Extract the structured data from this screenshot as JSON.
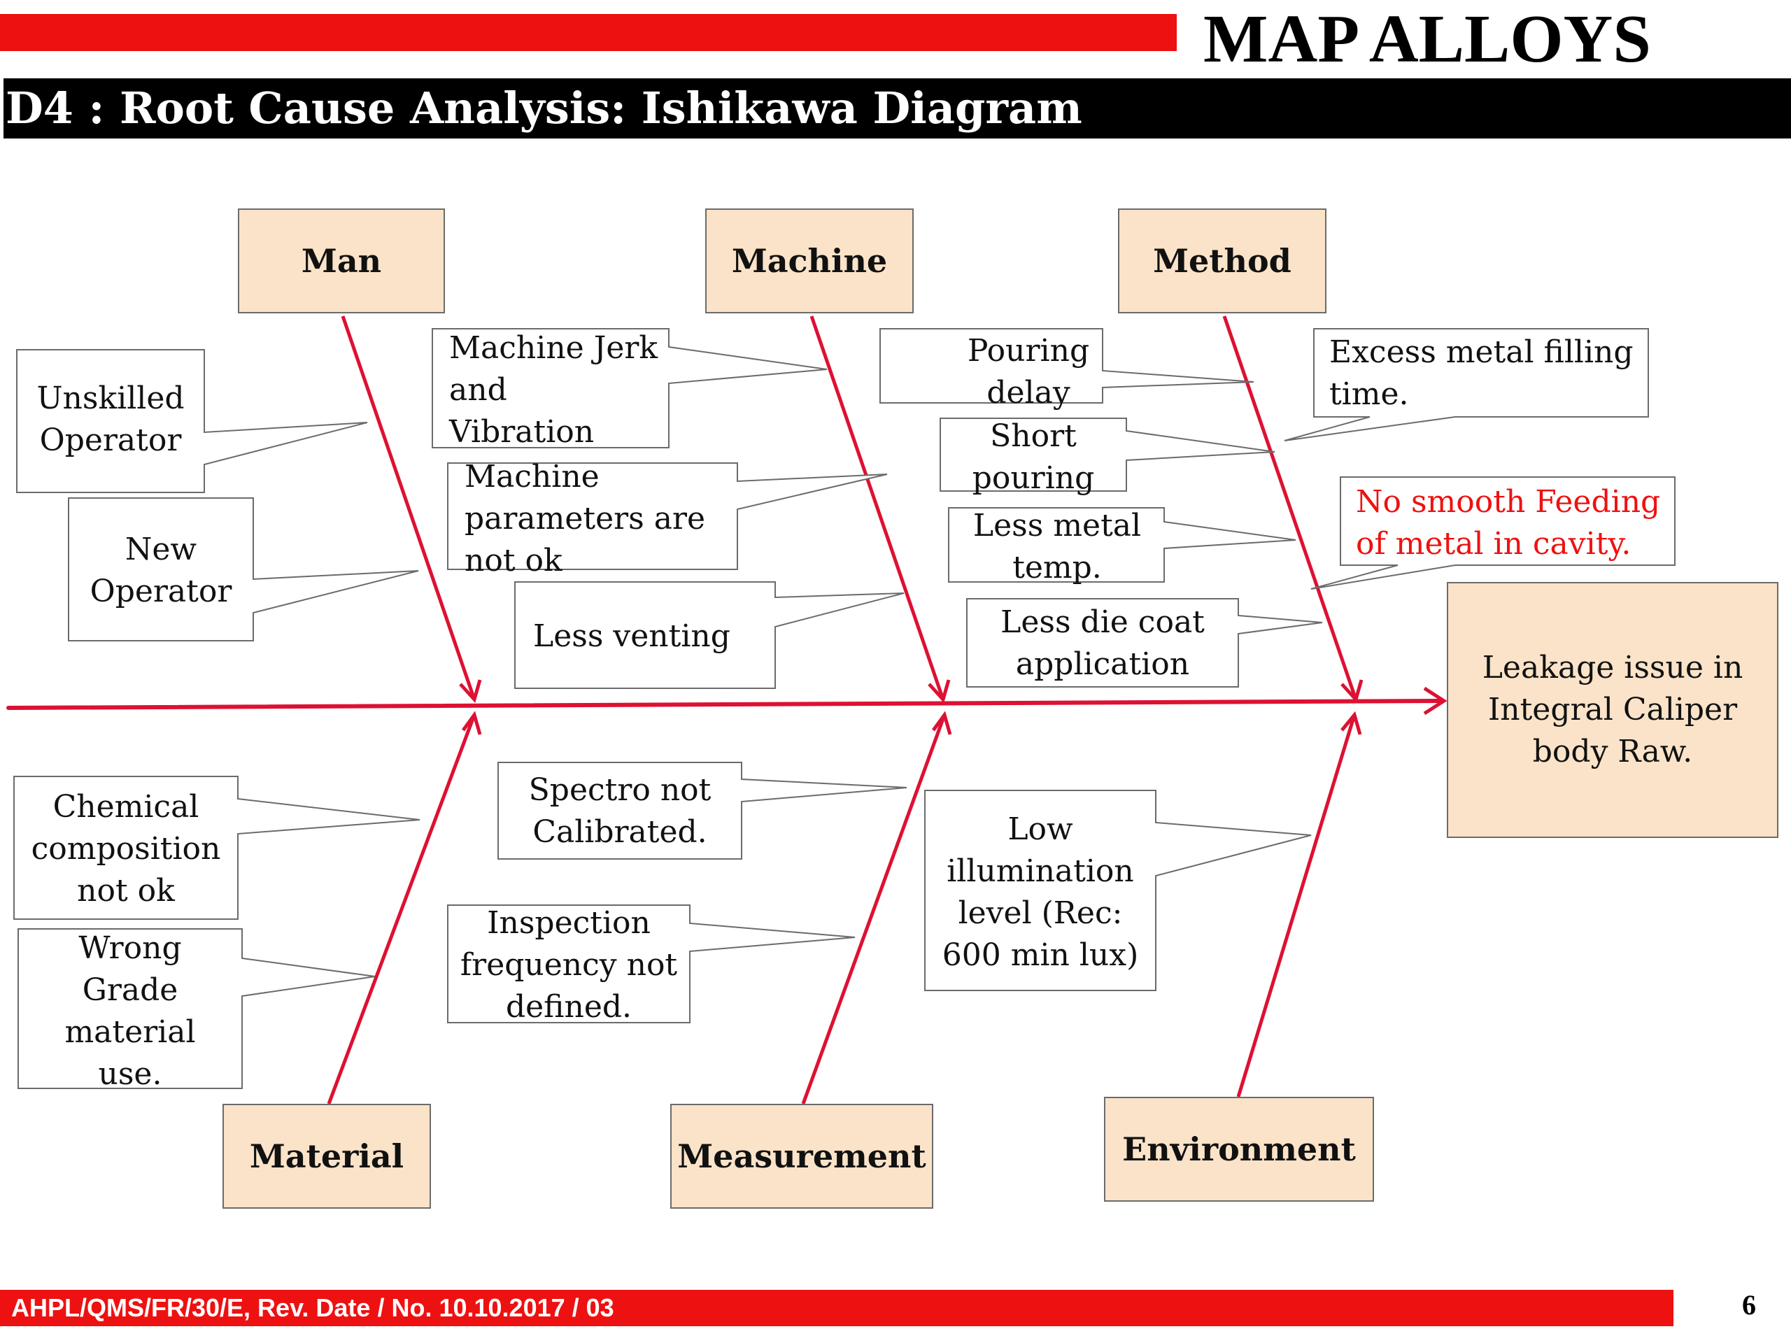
{
  "brand": "MAP ALLOYS",
  "title": "D4 : Root Cause Analysis: Ishikawa Diagram",
  "footer": "AHPL/QMS/FR/30/E, Rev. Date / No. 10.10.2017 / 03",
  "page_number": "6",
  "colors": {
    "spine": "#dd1133",
    "red_bar": "#ee1111",
    "category_fill": "#fae3c8",
    "callout_border": "#6b6b6b"
  },
  "effect": "Leakage issue in Integral Caliper body Raw.",
  "categories": {
    "man": "Man",
    "machine": "Machine",
    "method": "Method",
    "material": "Material",
    "measurement": "Measurement",
    "environment": "Environment"
  },
  "causes": {
    "unskilled_operator": "Unskilled\nOperator",
    "new_operator": "New\nOperator",
    "machine_jerk": "Machine Jerk\nand\nVibration",
    "machine_parameters": "Machine\nparameters are\nnot ok",
    "less_venting": "Less venting",
    "pouring_delay": "Pouring\ndelay",
    "short_pouring": "Short\npouring",
    "less_metal_temp": "Less metal\ntemp.",
    "less_die_coat": "Less die coat\napplication",
    "excess_metal_filling": "Excess metal filling\ntime.",
    "no_smooth_feeding": "No smooth Feeding\nof metal in cavity.",
    "chemical_composition": "Chemical\ncomposition\nnot ok",
    "wrong_grade": "Wrong\nGrade\nmaterial\nuse.",
    "spectro": "Spectro not\nCalibrated.",
    "inspection_frequency": "Inspection\nfrequency not\ndefined.",
    "low_illumination": "Low\nillumination\nlevel (Rec:\n600 min lux)"
  }
}
